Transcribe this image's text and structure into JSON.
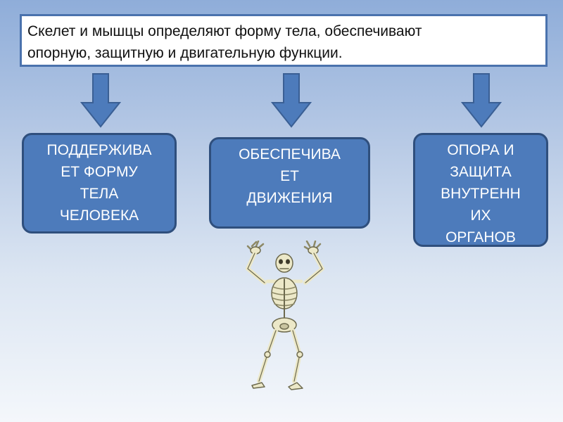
{
  "header": {
    "line1": "Скелет и мышцы  определяют форму тела, обеспечивают",
    "line2": "опорную, защитную и двигательную функции."
  },
  "boxes": [
    {
      "lines": [
        "ПОДДЕРЖИВА",
        "ЕТ ФОРМУ",
        "ТЕЛА",
        "ЧЕЛОВЕКА"
      ]
    },
    {
      "lines": [
        "ОБЕСПЕЧИВА",
        "ЕТ",
        "ДВИЖЕНИЯ"
      ]
    },
    {
      "lines": [
        "ОПОРА И",
        "ЗАЩИТА",
        "ВНУТРЕНН",
        "ИХ",
        "ОРГАНОВ"
      ]
    }
  ],
  "colors": {
    "box_fill": "#4d7bbb",
    "box_border": "#2f4f7d",
    "header_border": "#4a72ad",
    "arrow_fill": "#4d7bbb",
    "bone": "#ece8c8"
  }
}
